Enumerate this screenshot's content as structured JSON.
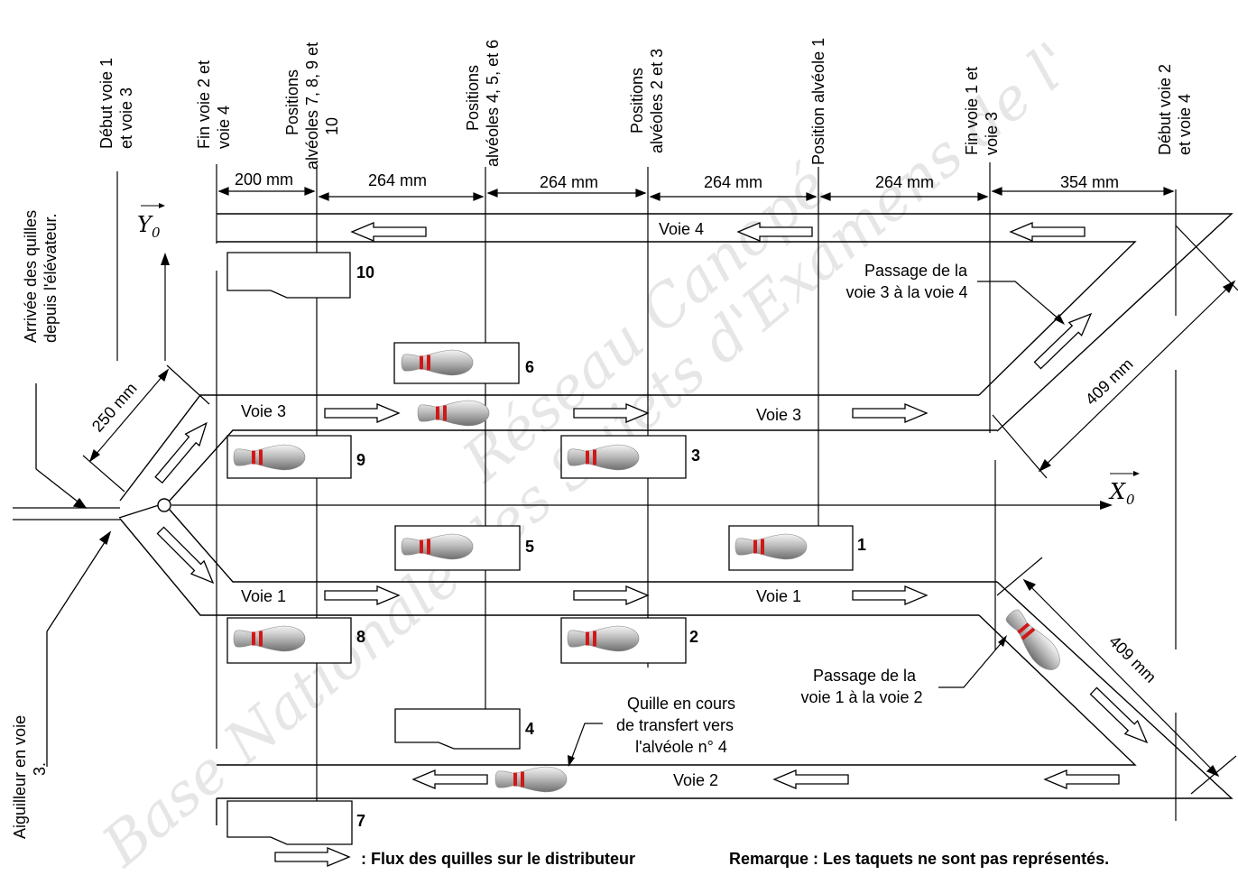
{
  "watermark": {
    "line1": "Base Nationale des Sujets d'Examens de l'",
    "line2": "Réseau Canopé"
  },
  "column_labels": {
    "debut_v1_v3": [
      "Début  voie 1",
      "et voie 3"
    ],
    "fin_v2_v4": [
      "Fin voie 2 et",
      "voie 4"
    ],
    "pos_7_10": [
      "Positions",
      "alvéoles 7, 8, 9 et",
      "10"
    ],
    "pos_4_6": [
      "Positions",
      "alvéoles 4, 5, et 6"
    ],
    "pos_2_3": [
      "Positions",
      "alvéoles 2 et 3"
    ],
    "pos_1": [
      "Position alvéole 1"
    ],
    "fin_v1_v3": [
      "Fin voie 1 et",
      "voie 3"
    ],
    "debut_v2_v4": [
      "Début  voie 2",
      "et voie 4"
    ]
  },
  "side_labels": {
    "arrivee": [
      "Arrivée des quilles",
      "depuis l'élévateur."
    ],
    "aiguilleur": [
      "Aiguilleur en voie",
      "3."
    ]
  },
  "dimensions": {
    "d1": "200 mm",
    "d2": "264 mm",
    "d3": "264 mm",
    "d4": "264 mm",
    "d5": "264 mm",
    "d6": "354 mm",
    "d250": "250 mm",
    "d409a": "409 mm",
    "d409b": "409 mm"
  },
  "axes": {
    "y": "Y",
    "x": "X",
    "sub": "0"
  },
  "lanes": {
    "voie4": "Voie 4",
    "voie3a": "Voie 3",
    "voie3b": "Voie 3",
    "voie1a": "Voie 1",
    "voie1b": "Voie 1",
    "voie2": "Voie 2"
  },
  "cells": {
    "c1": "1",
    "c2": "2",
    "c3": "3",
    "c4": "4",
    "c5": "5",
    "c6": "6",
    "c7": "7",
    "c8": "8",
    "c9": "9",
    "c10": "10"
  },
  "annotations": {
    "passage34": [
      "Passage de la",
      "voie 3 à la voie 4"
    ],
    "passage12": [
      "Passage de la",
      "voie 1 à la voie 2"
    ],
    "transfert": [
      "Quille en cours",
      "de transfert vers",
      "l'alvéole n° 4"
    ]
  },
  "footer": {
    "flux": ": Flux des quilles sur le distributeur",
    "remarque": "Remarque : Les taquets ne sont pas représentés."
  }
}
